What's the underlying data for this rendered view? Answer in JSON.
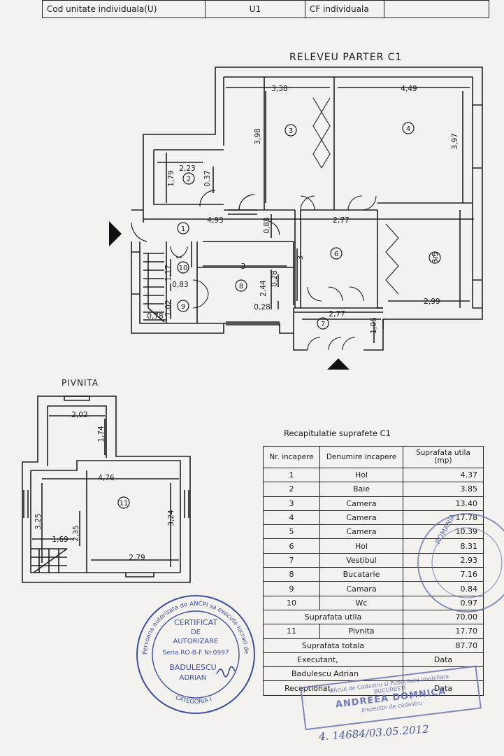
{
  "header": {
    "label_left": "Cod unitate individuala(U)",
    "value_left": "U1",
    "label_right": "CF individuala"
  },
  "ground_floor": {
    "title": "RELEVEU PARTER C1",
    "room_numbers": [
      "1",
      "2",
      "3",
      "4",
      "5",
      "6",
      "7",
      "8",
      "9",
      "10"
    ],
    "dimensions": [
      "3,38",
      "4,49",
      "3,98",
      "3,97",
      "2,23",
      "1,79",
      "0,37",
      "4,93",
      "0,83",
      "2,77",
      "3",
      "3,5",
      "2,44",
      "0,28",
      "0,28",
      "1,17",
      "0,83",
      "1,02",
      "0,78",
      "2,99",
      "2,77",
      "1,06",
      "3"
    ]
  },
  "basement": {
    "title": "PIVNITA",
    "room_numbers": [
      "11"
    ],
    "dimensions": [
      "2,02",
      "1,74",
      "4,76",
      "3,25",
      "3,24",
      "1,69",
      "2,35",
      "2,79"
    ]
  },
  "recap": {
    "title": "Recapitulatie suprafete C1",
    "headers": [
      "Nr. incapere",
      "Denumire incapere",
      "Suprafata utila (mp)"
    ],
    "rows": [
      {
        "nr": "1",
        "name": "Hol",
        "area": "4.37"
      },
      {
        "nr": "2",
        "name": "Baie",
        "area": "3.85"
      },
      {
        "nr": "3",
        "name": "Camera",
        "area": "13.40"
      },
      {
        "nr": "4",
        "name": "Camera",
        "area": "17.78"
      },
      {
        "nr": "5",
        "name": "Camera",
        "area": "10.39"
      },
      {
        "nr": "6",
        "name": "Hol",
        "area": "8.31"
      },
      {
        "nr": "7",
        "name": "Vestibul",
        "area": "2.93"
      },
      {
        "nr": "8",
        "name": "Bucatarie",
        "area": "7.16"
      },
      {
        "nr": "9",
        "name": "Camara",
        "area": "0.84"
      },
      {
        "nr": "10",
        "name": "Wc",
        "area": "0.97"
      }
    ],
    "suprafata_utila_label": "Suprafata utila",
    "suprafata_utila_value": "70.00",
    "pivnita": {
      "nr": "11",
      "name": "Pivnita",
      "area": "17.70"
    },
    "suprafata_totala_label": "Suprafata totala",
    "suprafata_totala_value": "87.70",
    "executant_label": "Executant,",
    "executant_name": "Badulescu Adrian",
    "receptionat_label": "Receptionat,",
    "data_label_1": "Data",
    "data_label_2": "Data"
  },
  "stamps": {
    "left_circle_outer": "Persoana autorizata de ANCPI sa execute lucrari de cadastru",
    "left_certificat": "CERTIFICAT",
    "left_de": "DE",
    "left_autorizare": "AUTORIZARE",
    "left_seria": "Seria RO-B-F Nr.0997",
    "left_name1": "BADULESCU",
    "left_name2": "ADRIAN",
    "left_categoria": "CATEGORIA I",
    "right_country": "ROMANIA",
    "rect_line1": "Oficiul de Cadastru si Publicitate Imobiliara",
    "rect_line2": "BUCURESTI",
    "rect_name": "ANDREEA DOMNICA",
    "rect_role": "Inspector de cadastru",
    "handwritten": "4. 14684/03.05.2012"
  }
}
